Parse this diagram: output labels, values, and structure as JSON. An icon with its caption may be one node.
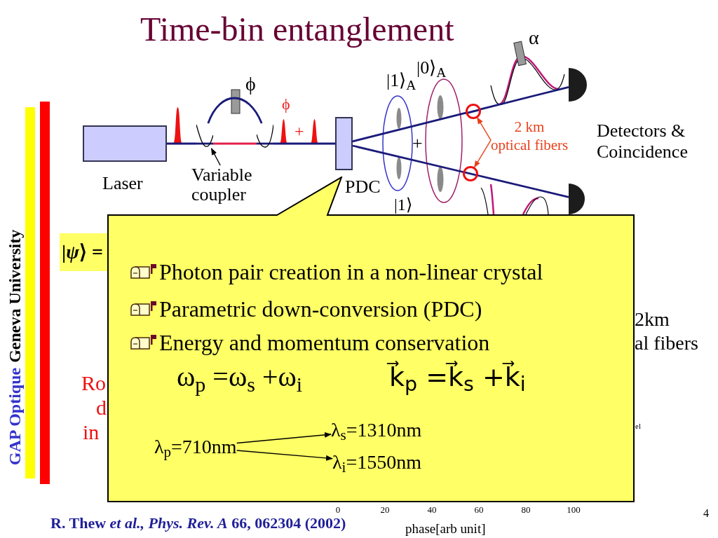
{
  "diagram": {
    "title": "Time-bin entanglement",
    "nodes": [
      {
        "text": [],
        "shape": "box",
        "beside": [
          "Laser"
        ]
      },
      {
        "text": [],
        "shape": "curve"
      },
      {
        "text": [],
        "shape": "curve"
      },
      {
        "text": [
          "Variable coupler"
        ]
      },
      {
        "text": [],
        "shape": "box",
        "beside": [
          "PDC"
        ]
      },
      {
        "text": [],
        "shape": "circle"
      },
      {
        "text": [
          "2 km",
          "optical fibers"
        ]
      },
      {
        "text": [],
        "shape": "circle"
      },
      {
        "text": [],
        "shape": "semicircle"
      },
      {
        "text": [],
        "shape": "semicircle"
      },
      {
        "text": [
          "Photon pair creation in a non-linear crystal",
          "Parametric down-conversion (PDC)",
          "Energy and momentum conservation",
          "ω$_{p}$ =ω$_{s}$ +ω$_{i}$",
          "k⃗$_{p}$ =k⃗$_{s}$ +k⃗$_{i}$"
        ]
      },
      {
        "text": [
          "λ$_{p}$=710nm"
        ],
        "in": 10
      },
      {
        "text": [
          "λ$_{s}$=1310nm"
        ],
        "in": 10
      },
      {
        "text": [
          "λ$_{i}$=1550nm"
        ],
        "in": 10
      }
    ],
    "edges": [
      {
        "from": 0,
        "to": 1,
        "arrow": "none"
      },
      {
        "from": 1,
        "to": 2,
        "arrow": "none",
        "color": "#e0204a"
      },
      {
        "from": 1,
        "to": 2,
        "arrow": "none"
      },
      {
        "from": 2,
        "to": 4,
        "arrow": "none"
      },
      {
        "from": 3,
        "to": 1,
        "arrow": "to",
        "color": "#000000"
      },
      {
        "from": 4,
        "to": 5,
        "arrow": "none"
      },
      {
        "from": 5,
        "to": 8,
        "arrow": "none"
      },
      {
        "from": 4,
        "to": 7,
        "arrow": "none"
      },
      {
        "from": 7,
        "to": 9,
        "arrow": "none"
      },
      {
        "from": 6,
        "to": 5,
        "arrow": "to",
        "color": "#e8411c"
      },
      {
        "from": 6,
        "to": 7,
        "arrow": "to",
        "color": "#e8411c"
      },
      {
        "from": 11,
        "to": 12,
        "arrow": "to",
        "color": "#000000"
      },
      {
        "from": 11,
        "to": 13,
        "arrow": "to",
        "color": "#000000"
      }
    ],
    "labels": [
      "ϕ",
      "α",
      "|1⟩$_{A}$",
      "|0⟩$_{A}$",
      "ϕ",
      "+",
      "+",
      "Detectors & Coincidence",
      "|1⟩",
      "GAP Optique",
      "Geneva University",
      "|*ψ*⟩ =",
      "2km",
      "al fibers",
      "Ro",
      "d",
      "in",
      "el",
      "0",
      "20",
      "40",
      "60",
      "80",
      "100",
      "R. Thew *et al., Phys. Rev. A* 66, 062304 (2002)",
      "phase[arb unit]",
      "4"
    ]
  }
}
